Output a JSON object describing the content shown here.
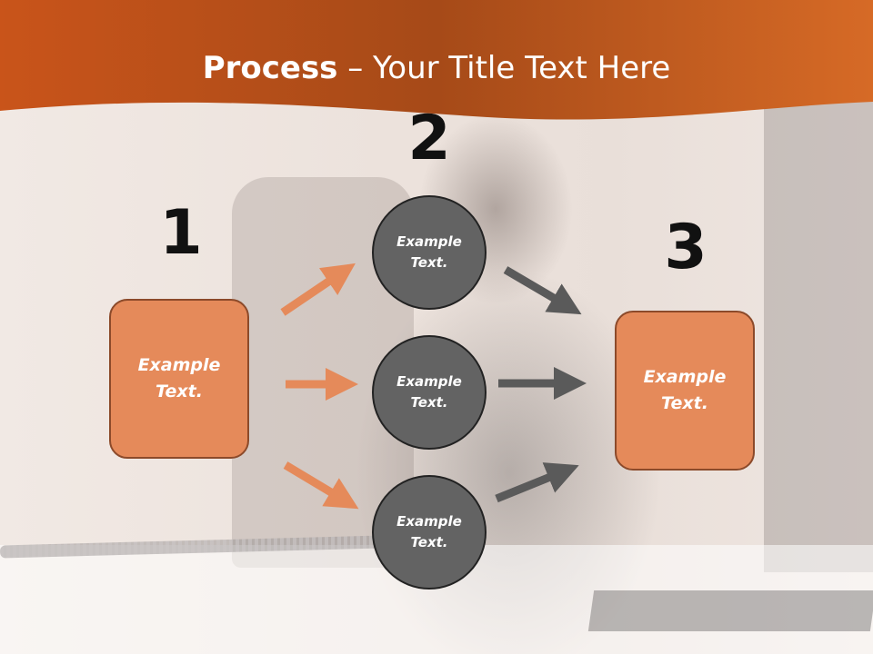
{
  "title": {
    "bold": "Process",
    "rest": " – Your Title Text Here"
  },
  "steps": [
    {
      "number": "1",
      "box_text": "Example\nText."
    },
    {
      "number": "2"
    },
    {
      "number": "3",
      "box_text": "Example\nText."
    }
  ],
  "circles": [
    {
      "text": "Example\nText."
    },
    {
      "text": "Example\nText."
    },
    {
      "text": "Example\nText."
    }
  ],
  "colors": {
    "header": "#d4601f",
    "box_fill": "#e58a5a",
    "box_border": "#8c4a2a",
    "circle_fill": "#636363",
    "arrow_orange": "#e58a5a",
    "arrow_gray": "#5a5a5a"
  }
}
